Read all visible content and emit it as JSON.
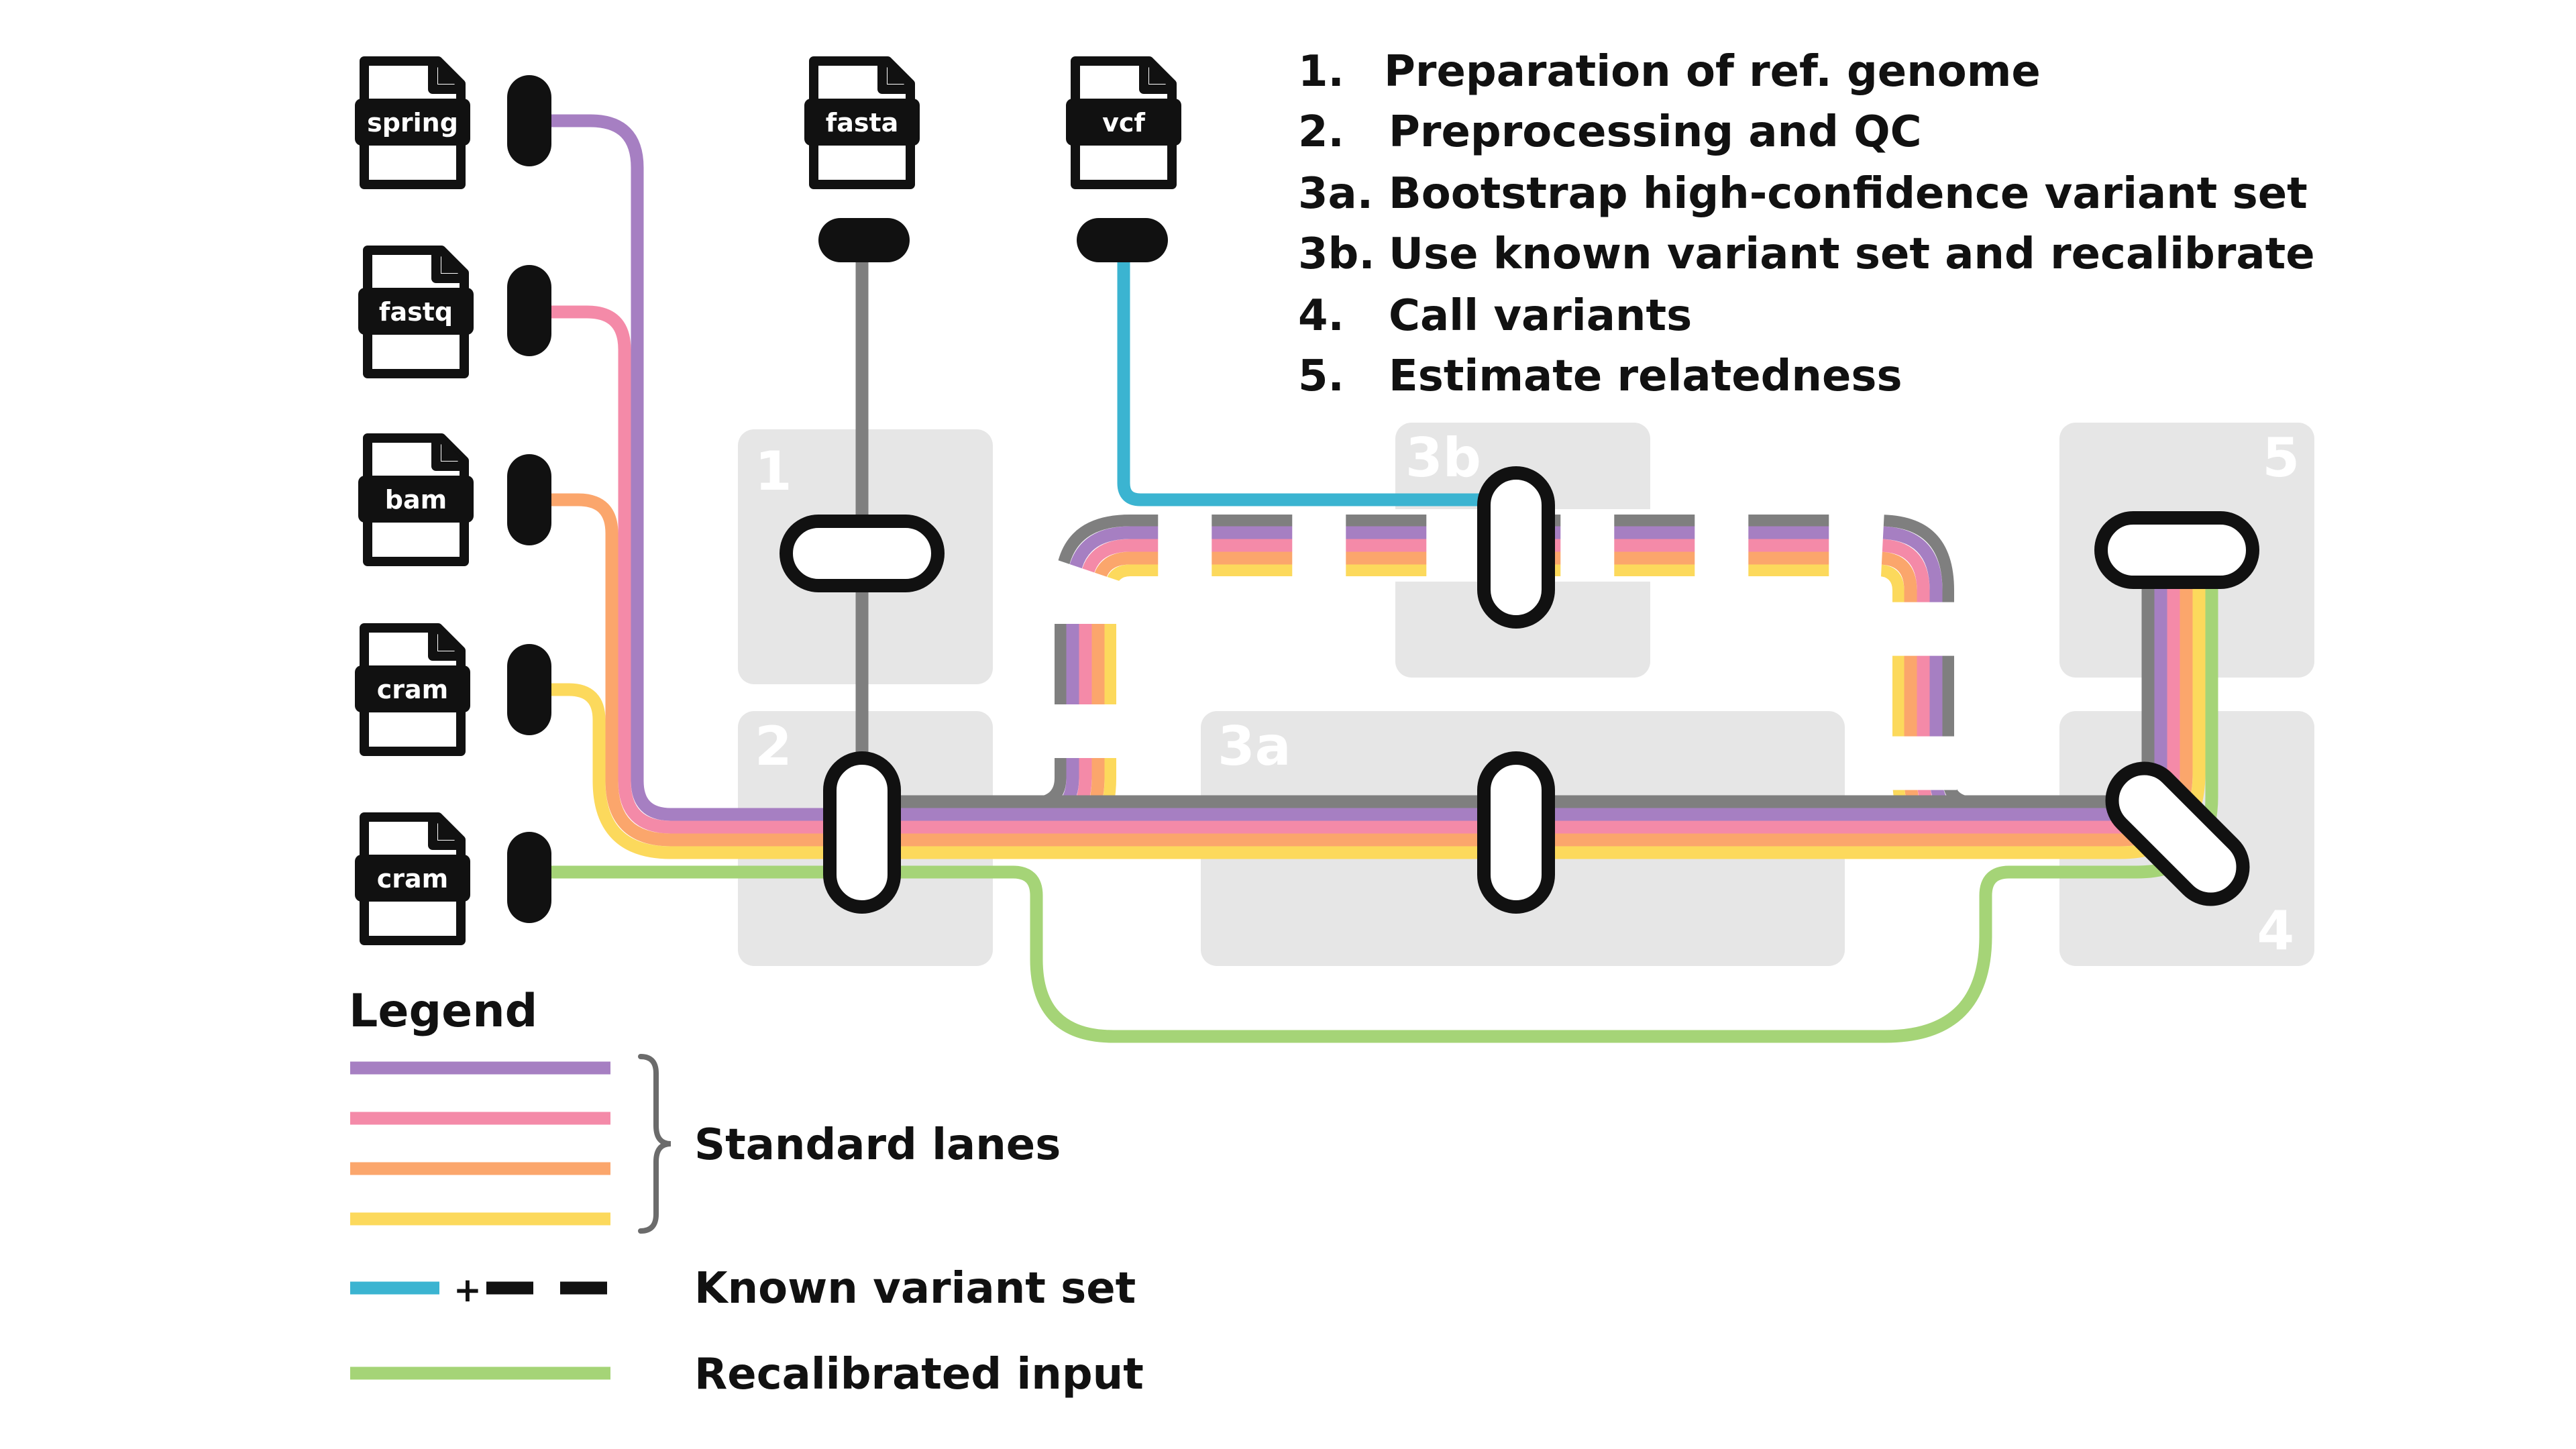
{
  "steps": [
    {
      "num": "1.",
      "text": "Preparation of ref. genome"
    },
    {
      "num": "2.",
      "text": "Preprocessing and QC"
    },
    {
      "num": "3a.",
      "text": "Bootstrap high-confidence variant set"
    },
    {
      "num": "3b.",
      "text": "Use known variant set and recalibrate"
    },
    {
      "num": "4.",
      "text": "Call variants"
    },
    {
      "num": "5.",
      "text": "Estimate relatedness"
    }
  ],
  "boxes": {
    "b1": "1",
    "b2": "2",
    "b3a": "3a",
    "b3b": "3b",
    "b4": "4",
    "b5": "5"
  },
  "files": {
    "input1": "spring",
    "input2": "fastq",
    "input3": "bam",
    "input4": "cram",
    "input5": "cram",
    "reference": "fasta",
    "known_variants": "vcf"
  },
  "legend": {
    "title": "Legend",
    "standard_lanes": "Standard lanes",
    "known_variant_set": "Known variant set",
    "plus_sign": "+",
    "recalibrated_input": "Recalibrated input"
  },
  "colors": {
    "purple": "#a67fc2",
    "pink": "#f48aa8",
    "orange": "#fba66c",
    "yellow": "#fcd95c",
    "grey": "#7f7f7f",
    "blue": "#3bb4d1",
    "green": "#a5d477",
    "box": "#e6e6e6",
    "ink": "#111111"
  },
  "icons": {
    "file": "file-icon",
    "connector": "connector-pill"
  }
}
